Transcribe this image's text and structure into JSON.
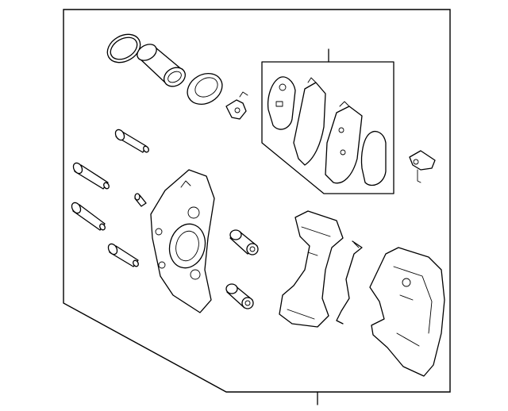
{
  "diagram": {
    "parts": [
      {
        "id": "piston-seal-ring",
        "icon": "o-ring"
      },
      {
        "id": "caliper-piston",
        "icon": "piston"
      },
      {
        "id": "piston-boot",
        "icon": "boot"
      },
      {
        "id": "pad-wear-clip",
        "icon": "clip"
      },
      {
        "id": "brake-pad-set",
        "icon": "pads"
      },
      {
        "id": "anti-rattle-clip",
        "icon": "clip"
      },
      {
        "id": "guide-pin-bolt",
        "icon": "bolt"
      },
      {
        "id": "mounting-bolt",
        "icon": "bolt"
      },
      {
        "id": "bleeder-screw",
        "icon": "screw"
      },
      {
        "id": "caliper-housing",
        "icon": "caliper"
      },
      {
        "id": "guide-bushing",
        "icon": "bushing"
      },
      {
        "id": "caliper-bracket",
        "icon": "bracket"
      },
      {
        "id": "pad-spring",
        "icon": "spring"
      },
      {
        "id": "caliper-assembly",
        "icon": "caliper-assembly"
      }
    ]
  }
}
